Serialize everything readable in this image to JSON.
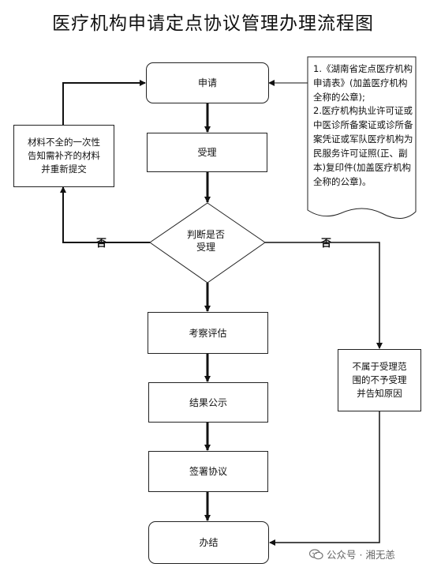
{
  "title": "医疗机构申请定点协议管理办理流程图",
  "nodes": {
    "apply": "申请",
    "accept": "受理",
    "decision_line1": "判断是否",
    "decision_line2": "受理",
    "review": "考察评估",
    "publish": "结果公示",
    "sign": "签署协议",
    "finish": "办结",
    "supplement_line1": "材料不全的一次性",
    "supplement_line2": "告知需补齐的材料",
    "supplement_line3": "并重新提交",
    "reject_line1": "不属于受理范",
    "reject_line2": "围的不予受理",
    "reject_line3": "并告知原因"
  },
  "labels": {
    "no_left": "否",
    "no_right": "否"
  },
  "note": {
    "item1": "1.《湖南省定点医疗机构申请表》(加盖医疗机构全称的公章);",
    "item2": "2.医疗机构执业许可证或中医诊所备案证或诊所备案凭证或军队医疗机构为民服务许可证照(正、副本)复印件(加盖医疗机构全称的公章)。"
  },
  "watermark": {
    "text": "公众号 · 湘无恙",
    "icon": "wechat-icon"
  }
}
